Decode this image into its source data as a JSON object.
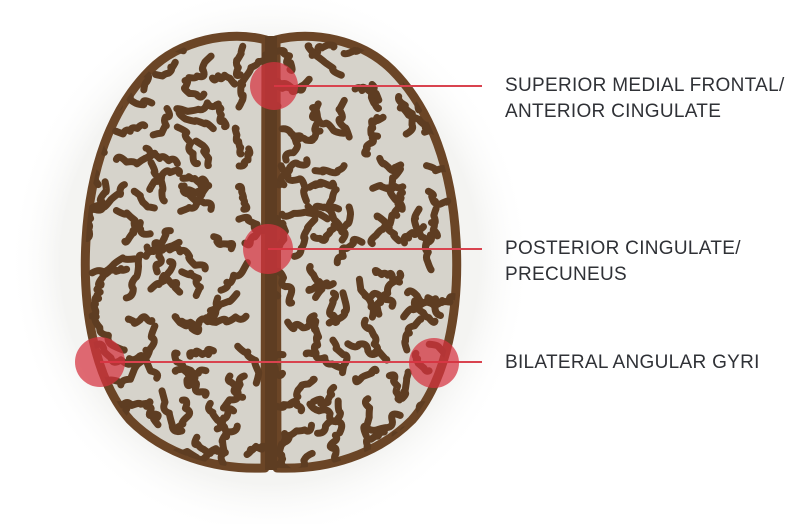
{
  "regions": [
    {
      "name": "superior-medial-frontal",
      "lines": [
        "SUPERIOR MEDIAL FRONTAL/",
        "ANTERIOR CINGULATE"
      ]
    },
    {
      "name": "posterior-cingulate",
      "lines": [
        "POSTERIOR CINGULATE/",
        "PRECUNEUS"
      ]
    },
    {
      "name": "bilateral-angular-gyri",
      "lines": [
        "BILATERAL ANGULAR GYRI"
      ]
    }
  ],
  "colors": {
    "cortex_outline": "#6b4526",
    "gyri_fill": "#d6d3cb",
    "sulci": "#5e3d22",
    "marker_fill": "#d6323f",
    "leader_line": "#d9434f",
    "label_text": "#2f3136",
    "halo": "#f4f4f2"
  }
}
